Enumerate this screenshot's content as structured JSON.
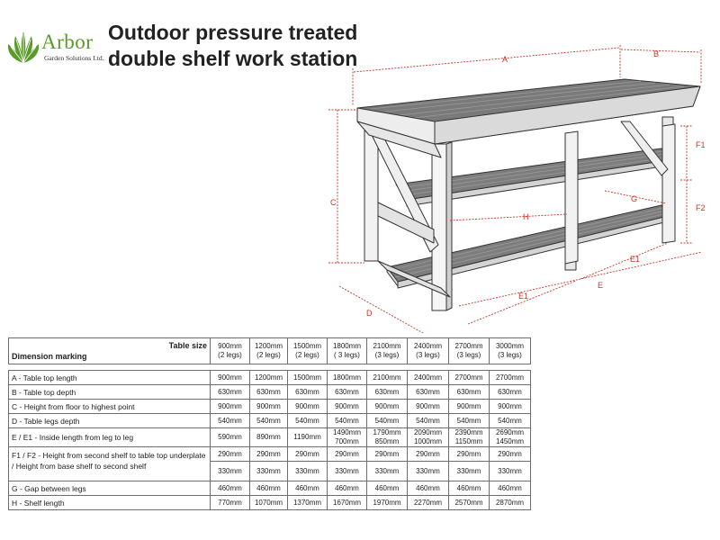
{
  "brand": {
    "name": "Arbor",
    "subtitle": "Garden Solutions Ltd.",
    "color": "#5a9a2a"
  },
  "title": {
    "line1": "Outdoor pressure treated",
    "line2": "double shelf work station"
  },
  "diagram_labels": {
    "A": "A",
    "B": "B",
    "C": "C",
    "D": "D",
    "E": "E",
    "E1_left": "E1",
    "E1_right": "E1",
    "F1": "F1",
    "F2": "F2",
    "G": "G",
    "H": "H"
  },
  "table": {
    "corner_top": "Table size",
    "corner_bottom": "Dimension marking",
    "sizes": [
      {
        "size": "900mm",
        "legs": "(2 legs)"
      },
      {
        "size": "1200mm",
        "legs": "(2 legs)"
      },
      {
        "size": "1500mm",
        "legs": "(2 legs)"
      },
      {
        "size": "1800mm",
        "legs": "( 3 legs)"
      },
      {
        "size": "2100mm",
        "legs": "(3 legs)"
      },
      {
        "size": "2400mm",
        "legs": "(3 legs)"
      },
      {
        "size": "2700mm",
        "legs": "(3 legs)"
      },
      {
        "size": "3000mm",
        "legs": "(3 legs)"
      }
    ],
    "rows": {
      "A": {
        "label": "A - Table top length",
        "values": [
          "900mm",
          "1200mm",
          "1500mm",
          "1800mm",
          "2100mm",
          "2400mm",
          "2700mm",
          "2700mm"
        ]
      },
      "B": {
        "label": "B - Table top depth",
        "values": [
          "630mm",
          "630mm",
          "630mm",
          "630mm",
          "630mm",
          "630mm",
          "630mm",
          "630mm"
        ]
      },
      "C": {
        "label": "C - Height from floor to highest point",
        "values": [
          "900mm",
          "900mm",
          "900mm",
          "900mm",
          "900mm",
          "900mm",
          "900mm",
          "900mm"
        ]
      },
      "D": {
        "label": "D - Table legs depth",
        "values": [
          "540mm",
          "540mm",
          "540mm",
          "540mm",
          "540mm",
          "540mm",
          "540mm",
          "540mm"
        ]
      },
      "E": {
        "label": "E / E1 - Inside length from leg to leg",
        "v1": [
          "590mm",
          "890mm",
          "1190mm",
          "1490mm",
          "1790mm",
          "2090mm",
          "2390mm",
          "2690mm"
        ],
        "v2": [
          "",
          "",
          "",
          "700mm",
          "850mm",
          "1000mm",
          "1150mm",
          "1450mm"
        ]
      },
      "F": {
        "label": "F1 / F2  - Height from second shelf to table top underplate / Height from base shelf to second shelf",
        "f1": [
          "290mm",
          "290mm",
          "290mm",
          "290mm",
          "290mm",
          "290mm",
          "290mm",
          "290mm"
        ],
        "f2": [
          "330mm",
          "330mm",
          "330mm",
          "330mm",
          "330mm",
          "330mm",
          "330mm",
          "330mm"
        ]
      },
      "G": {
        "label": "G - Gap between legs",
        "values": [
          "460mm",
          "460mm",
          "460mm",
          "460mm",
          "460mm",
          "460mm",
          "460mm",
          "460mm"
        ]
      },
      "H": {
        "label": "H - Shelf length",
        "values": [
          "770mm",
          "1070mm",
          "1370mm",
          "1670mm",
          "1970mm",
          "2270mm",
          "2570mm",
          "2870mm"
        ]
      }
    }
  }
}
